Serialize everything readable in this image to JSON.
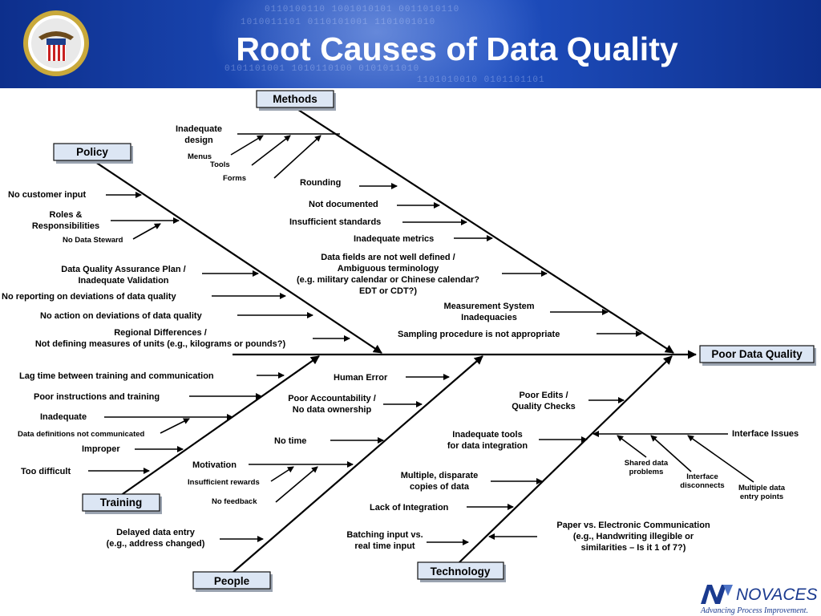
{
  "title": "Root Causes of Data Quality",
  "effect": "Poor Data Quality",
  "categories": {
    "methods": "Methods",
    "policy": "Policy",
    "training": "Training",
    "people": "People",
    "technology": "Technology"
  },
  "methods": {
    "inadequate_design": [
      "Inadequate",
      "design"
    ],
    "menus": "Menus",
    "tools": "Tools",
    "forms": "Forms",
    "rounding": "Rounding",
    "not_documented": "Not documented",
    "insufficient_standards": "Insufficient standards",
    "inadequate_metrics": "Inadequate metrics",
    "data_fields": [
      "Data fields are not well defined /",
      "Ambiguous terminology",
      "(e.g. military calendar or Chinese calendar?",
      "EDT or CDT?)"
    ],
    "measurement_system": [
      "Measurement System",
      "Inadequacies"
    ],
    "sampling": "Sampling procedure is not appropriate"
  },
  "policy": {
    "no_customer_input": "No customer input",
    "roles": [
      "Roles &",
      "Responsibilities"
    ],
    "no_data_steward": "No Data Steward",
    "dq_plan": [
      "Data Quality Assurance Plan /",
      "Inadequate Validation"
    ],
    "no_reporting": "No reporting on deviations of data quality",
    "no_action": "No action on deviations of data quality",
    "regional": [
      "Regional Differences /",
      "Not defining measures of units (e.g., kilograms or pounds?)"
    ]
  },
  "training": {
    "lag_time": "Lag time between training and communication",
    "poor_instructions": "Poor instructions and training",
    "inadequate": "Inadequate",
    "definitions": "Data definitions not communicated",
    "improper": "Improper",
    "too_difficult": "Too difficult"
  },
  "people": {
    "human_error": "Human Error",
    "accountability": [
      "Poor Accountability /",
      "No data ownership"
    ],
    "no_time": "No time",
    "motivation": "Motivation",
    "insufficient_rewards": "Insufficient rewards",
    "no_feedback": "No feedback",
    "delayed_entry": [
      "Delayed data entry",
      "(e.g., address changed)"
    ],
    "batching": [
      "Batching input vs.",
      "real time input"
    ]
  },
  "technology": {
    "poor_edits": [
      "Poor Edits /",
      "Quality Checks"
    ],
    "inadequate_tools": [
      "Inadequate tools",
      "for data integration"
    ],
    "interface_issues": "Interface Issues",
    "shared_data": [
      "Shared data",
      "problems"
    ],
    "interface_disconnects": [
      "Interface",
      "disconnects"
    ],
    "multiple_entry": [
      "Multiple data",
      "entry points"
    ],
    "multiple_copies": [
      "Multiple, disparate",
      "copies of data"
    ],
    "lack_integration": "Lack of Integration",
    "paper_vs_electronic": [
      "Paper vs. Electronic Communication",
      "(e.g., Handwriting illegible or",
      "similarities – Is it 1 of 7?)"
    ]
  },
  "logo": {
    "name": "NOVACES",
    "tagline": "Advancing Process Improvement."
  },
  "colors": {
    "header": "#1c4ab8",
    "box_fill": "#dce6f4",
    "logo": "#1a3a8f"
  }
}
